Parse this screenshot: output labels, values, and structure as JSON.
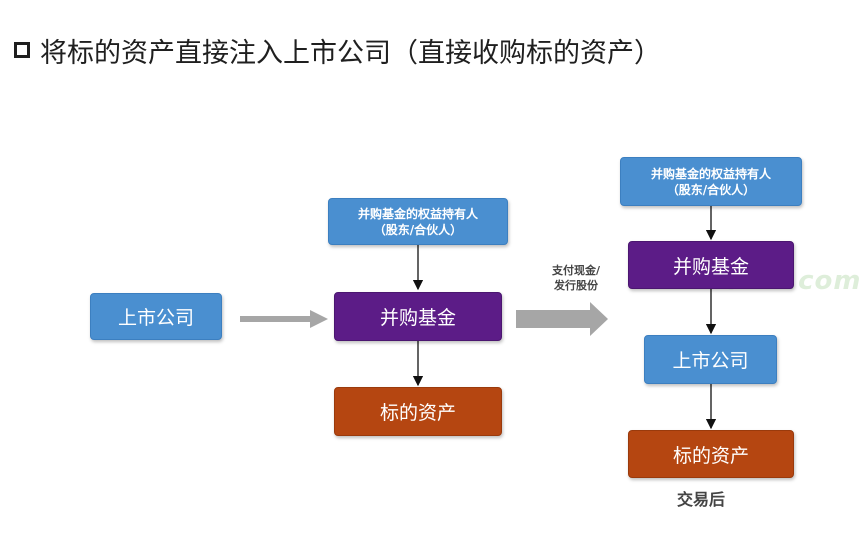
{
  "title": "将标的资产直接注入上市公司（直接收购标的资产）",
  "watermark": "zhiCzhi.com",
  "before": {
    "listed_company": "上市公司",
    "holders_line1": "并购基金的权益持有人",
    "holders_line2": "（股东/合伙人）",
    "fund": "并购基金",
    "target": "标的资产"
  },
  "transition_label_line1": "支付现金/",
  "transition_label_line2": "发行股份",
  "after": {
    "holders_line1": "并购基金的权益持有人",
    "holders_line2": "（股东/合伙人）",
    "fund": "并购基金",
    "listed_company": "上市公司",
    "target": "标的资产",
    "caption": "交易后"
  }
}
